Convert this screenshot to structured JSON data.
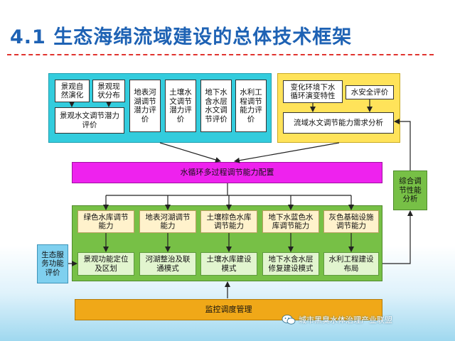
{
  "title": "4.1 生态海绵流域建设的总体技术框架",
  "colors": {
    "title": "#1e62b4",
    "cyan_panel": "#33ccdd",
    "yellow_panel": "#ffe35a",
    "magenta_bar": "#ee22ee",
    "green_panel": "#77c046",
    "orange_bar": "#f0a818"
  },
  "top_left": {
    "scenery_evolution": "景观自然演化",
    "scenery_status": "景观现状分布",
    "scenery_potential": "景观水文调节潜力评价",
    "river_lake_potential": "地表河湖调节潜力评价",
    "soil_potential": "土壤水文调节潜力评价",
    "groundwater_potential": "地下水含水层水文调节评价",
    "engineering_capacity": "水利工程调节能力评价"
  },
  "top_right": {
    "env_change": "变化环境下水循环演变特性",
    "water_security": "水安全评价",
    "demand_analysis": "流域水文调节能力需求分析"
  },
  "config_bar": "水循环多过程调节能力配置",
  "comprehensive": "综合调节性能分析",
  "capacities": [
    "绿色水库调节能力",
    "地表河湖调节能力",
    "土壤棕色水库调节能力",
    "地下水蓝色水库调节能力",
    "灰色基础设施调节能力"
  ],
  "eco_service": "生态服务功能评价",
  "construction": [
    "景观功能定位及区划",
    "河湖整治及联通模式",
    "土壤水库建设模式",
    "地下水含水层修复建设模式",
    "水利工程建设布局"
  ],
  "monitor_bar": "监控调度管理",
  "footer": "城市黑臭水体治理产业联盟",
  "icons": [
    "wechat-icon",
    "arrow-icon"
  ]
}
